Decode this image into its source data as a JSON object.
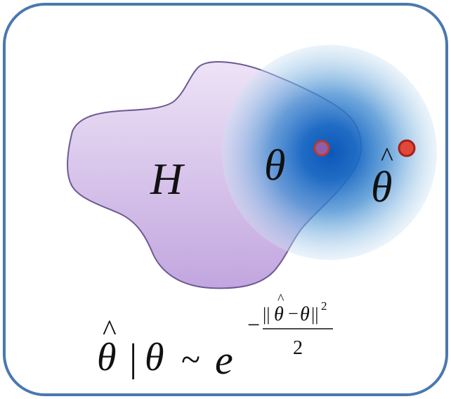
{
  "set": {
    "label": "H",
    "fill_top": "#ede3f6",
    "fill_bottom": "#c2a6df",
    "outline": "#6d5a94"
  },
  "true_param": {
    "label": "θ",
    "dot_color": "#8e5fa8",
    "dot_ring": "#c0392b"
  },
  "estimate": {
    "label": "θ",
    "hat": "^",
    "dot_color": "#e0483a",
    "dot_ring": "#a8201a"
  },
  "noise_ball": {
    "core_color": "#0b57b8",
    "edge_color": "#cfe3f4"
  },
  "frame": {
    "border_color": "#4a78b0"
  },
  "formula": {
    "lhs_symbol": "θ",
    "lhs_hat": "^",
    "bar": "|",
    "given_symbol": "θ",
    "tilde": "~",
    "base": "e",
    "exp_minus": "−",
    "exp_num_open": "||",
    "exp_num_hat_symbol": "θ",
    "exp_num_hat": "^",
    "exp_num_op": "−",
    "exp_num_symbol": "θ",
    "exp_num_close": "||",
    "exp_num_power": "2",
    "exp_den": "2"
  }
}
